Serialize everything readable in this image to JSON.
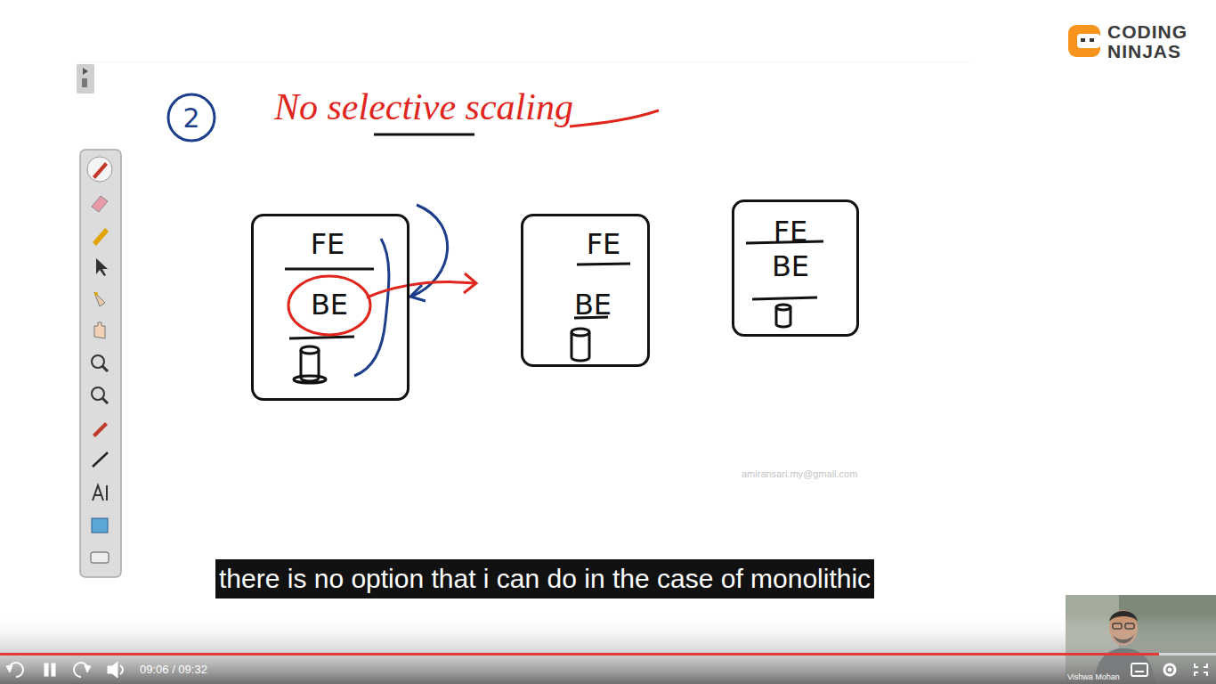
{
  "diagram": {
    "title": "No selective scaling",
    "nodes": [
      {
        "text": [
          "FE"
        ]
      },
      {
        "text": [
          "BE"
        ],
        "in": 0
      },
      {
        "text": [
          "FE",
          "BE"
        ]
      },
      {
        "text": [
          "FE",
          "BE"
        ]
      }
    ],
    "labels": [
      "CODING",
      "NINJAS",
      "2",
      "amiransari.my@gmail.com",
      "there is no option that i can do in the case of monolithic",
      "09:06 / 09:32",
      "Vishwa Mohan"
    ]
  }
}
